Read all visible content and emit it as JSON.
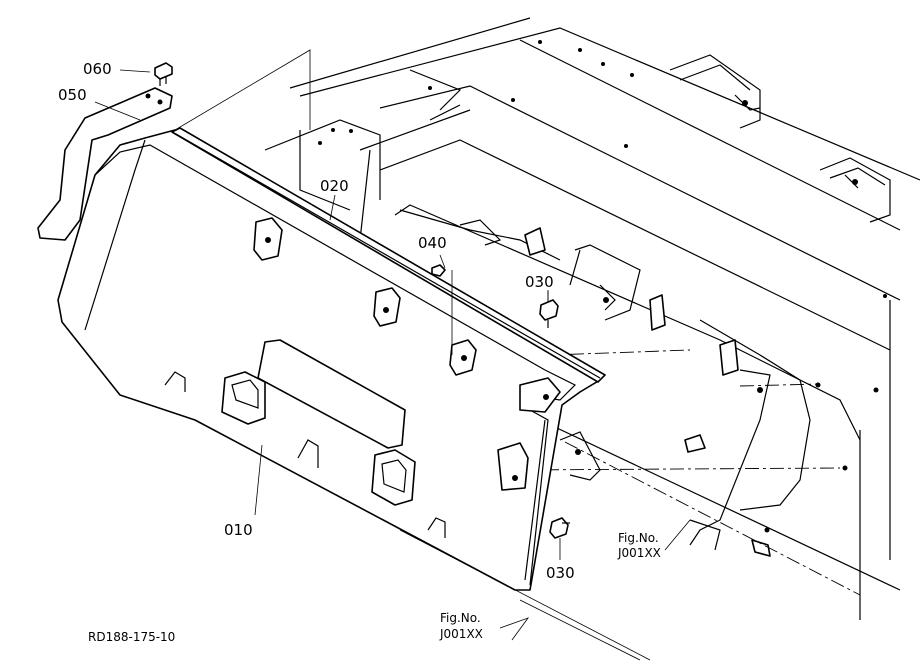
{
  "callouts": {
    "p060": "060",
    "p050": "050",
    "p020": "020",
    "p040": "040",
    "p030a": "030",
    "p010": "010",
    "p030b": "030"
  },
  "fig_refs": [
    {
      "line1": "Fig.No.",
      "line2": "J001XX"
    },
    {
      "line1": "Fig.No.",
      "line2": "J001XX"
    }
  ],
  "drawing_code": "RD188-175-10"
}
